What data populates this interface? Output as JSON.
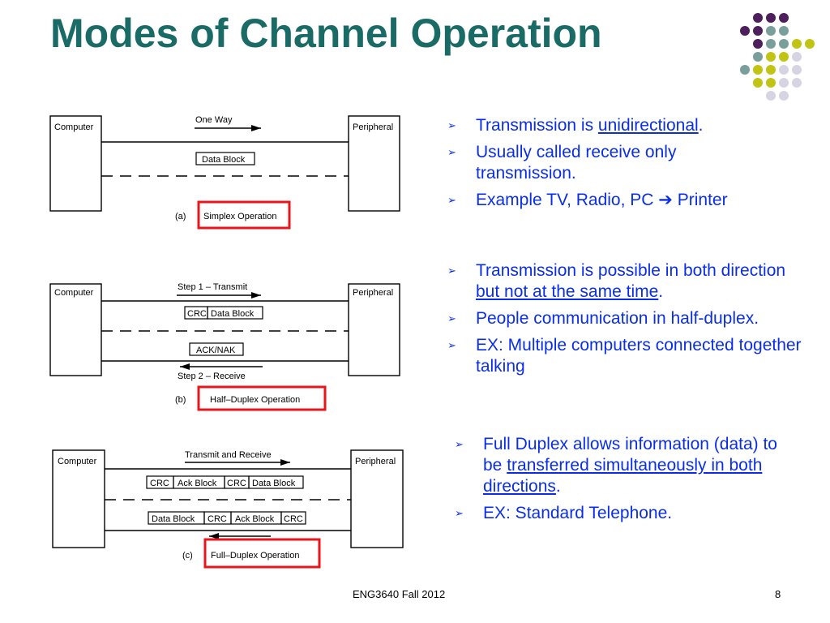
{
  "title": "Modes of Channel Operation",
  "footer": {
    "course": "ENG3640 Fall 2012",
    "page": "8"
  },
  "diagrams": {
    "computer": "Computer",
    "peripheral": "Peripheral",
    "a": {
      "arrow_label": "One Way",
      "block": "Data Block",
      "letter": "(a)",
      "caption": "Simplex Operation"
    },
    "b": {
      "top_label": "Step 1 – Transmit",
      "crc": "CRC",
      "block": "Data Block",
      "ack": "ACK/NAK",
      "bottom_label": "Step 2 – Receive",
      "letter": "(b)",
      "caption": "Half–Duplex Operation"
    },
    "c": {
      "top_label": "Transmit and Receive",
      "row1": [
        "CRC",
        "Ack Block",
        "CRC",
        "Data Block"
      ],
      "row2": [
        "Data Block",
        "CRC",
        "Ack Block",
        "CRC"
      ],
      "letter": "(c)",
      "caption": "Full–Duplex Operation"
    }
  },
  "simplex_bullets": {
    "b1_pre": "Transmission is ",
    "b1_link": "unidirectional",
    "b1_post": ".",
    "b2": "Usually called receive only transmission.",
    "b3_pre": "Example TV, Radio, PC ",
    "b3_arrow": "➔",
    "b3_post": " Printer"
  },
  "half_bullets": {
    "b1_pre": "Transmission is possible in both direction ",
    "b1_link": "but not at the same time",
    "b1_post": ".",
    "b2": "People communication in half-duplex.",
    "b3": "EX: Multiple computers connected together talking"
  },
  "full_bullets": {
    "b1_pre": "Full Duplex allows information (data) to be ",
    "b1_link": "transferred simultaneously in both directions",
    "b1_post": ".",
    "b2": "EX: Standard Telephone."
  },
  "bullet_mark": "➢",
  "colors": {
    "title": "#1a6b66",
    "bullet_text": "#0a2ee8",
    "caption_box": "#e8161b",
    "dot_purple": "#4d1f5c",
    "dot_teal": "#7a9e9b",
    "dot_yellow": "#c2c414",
    "dot_lavender": "#d6d4e3"
  }
}
